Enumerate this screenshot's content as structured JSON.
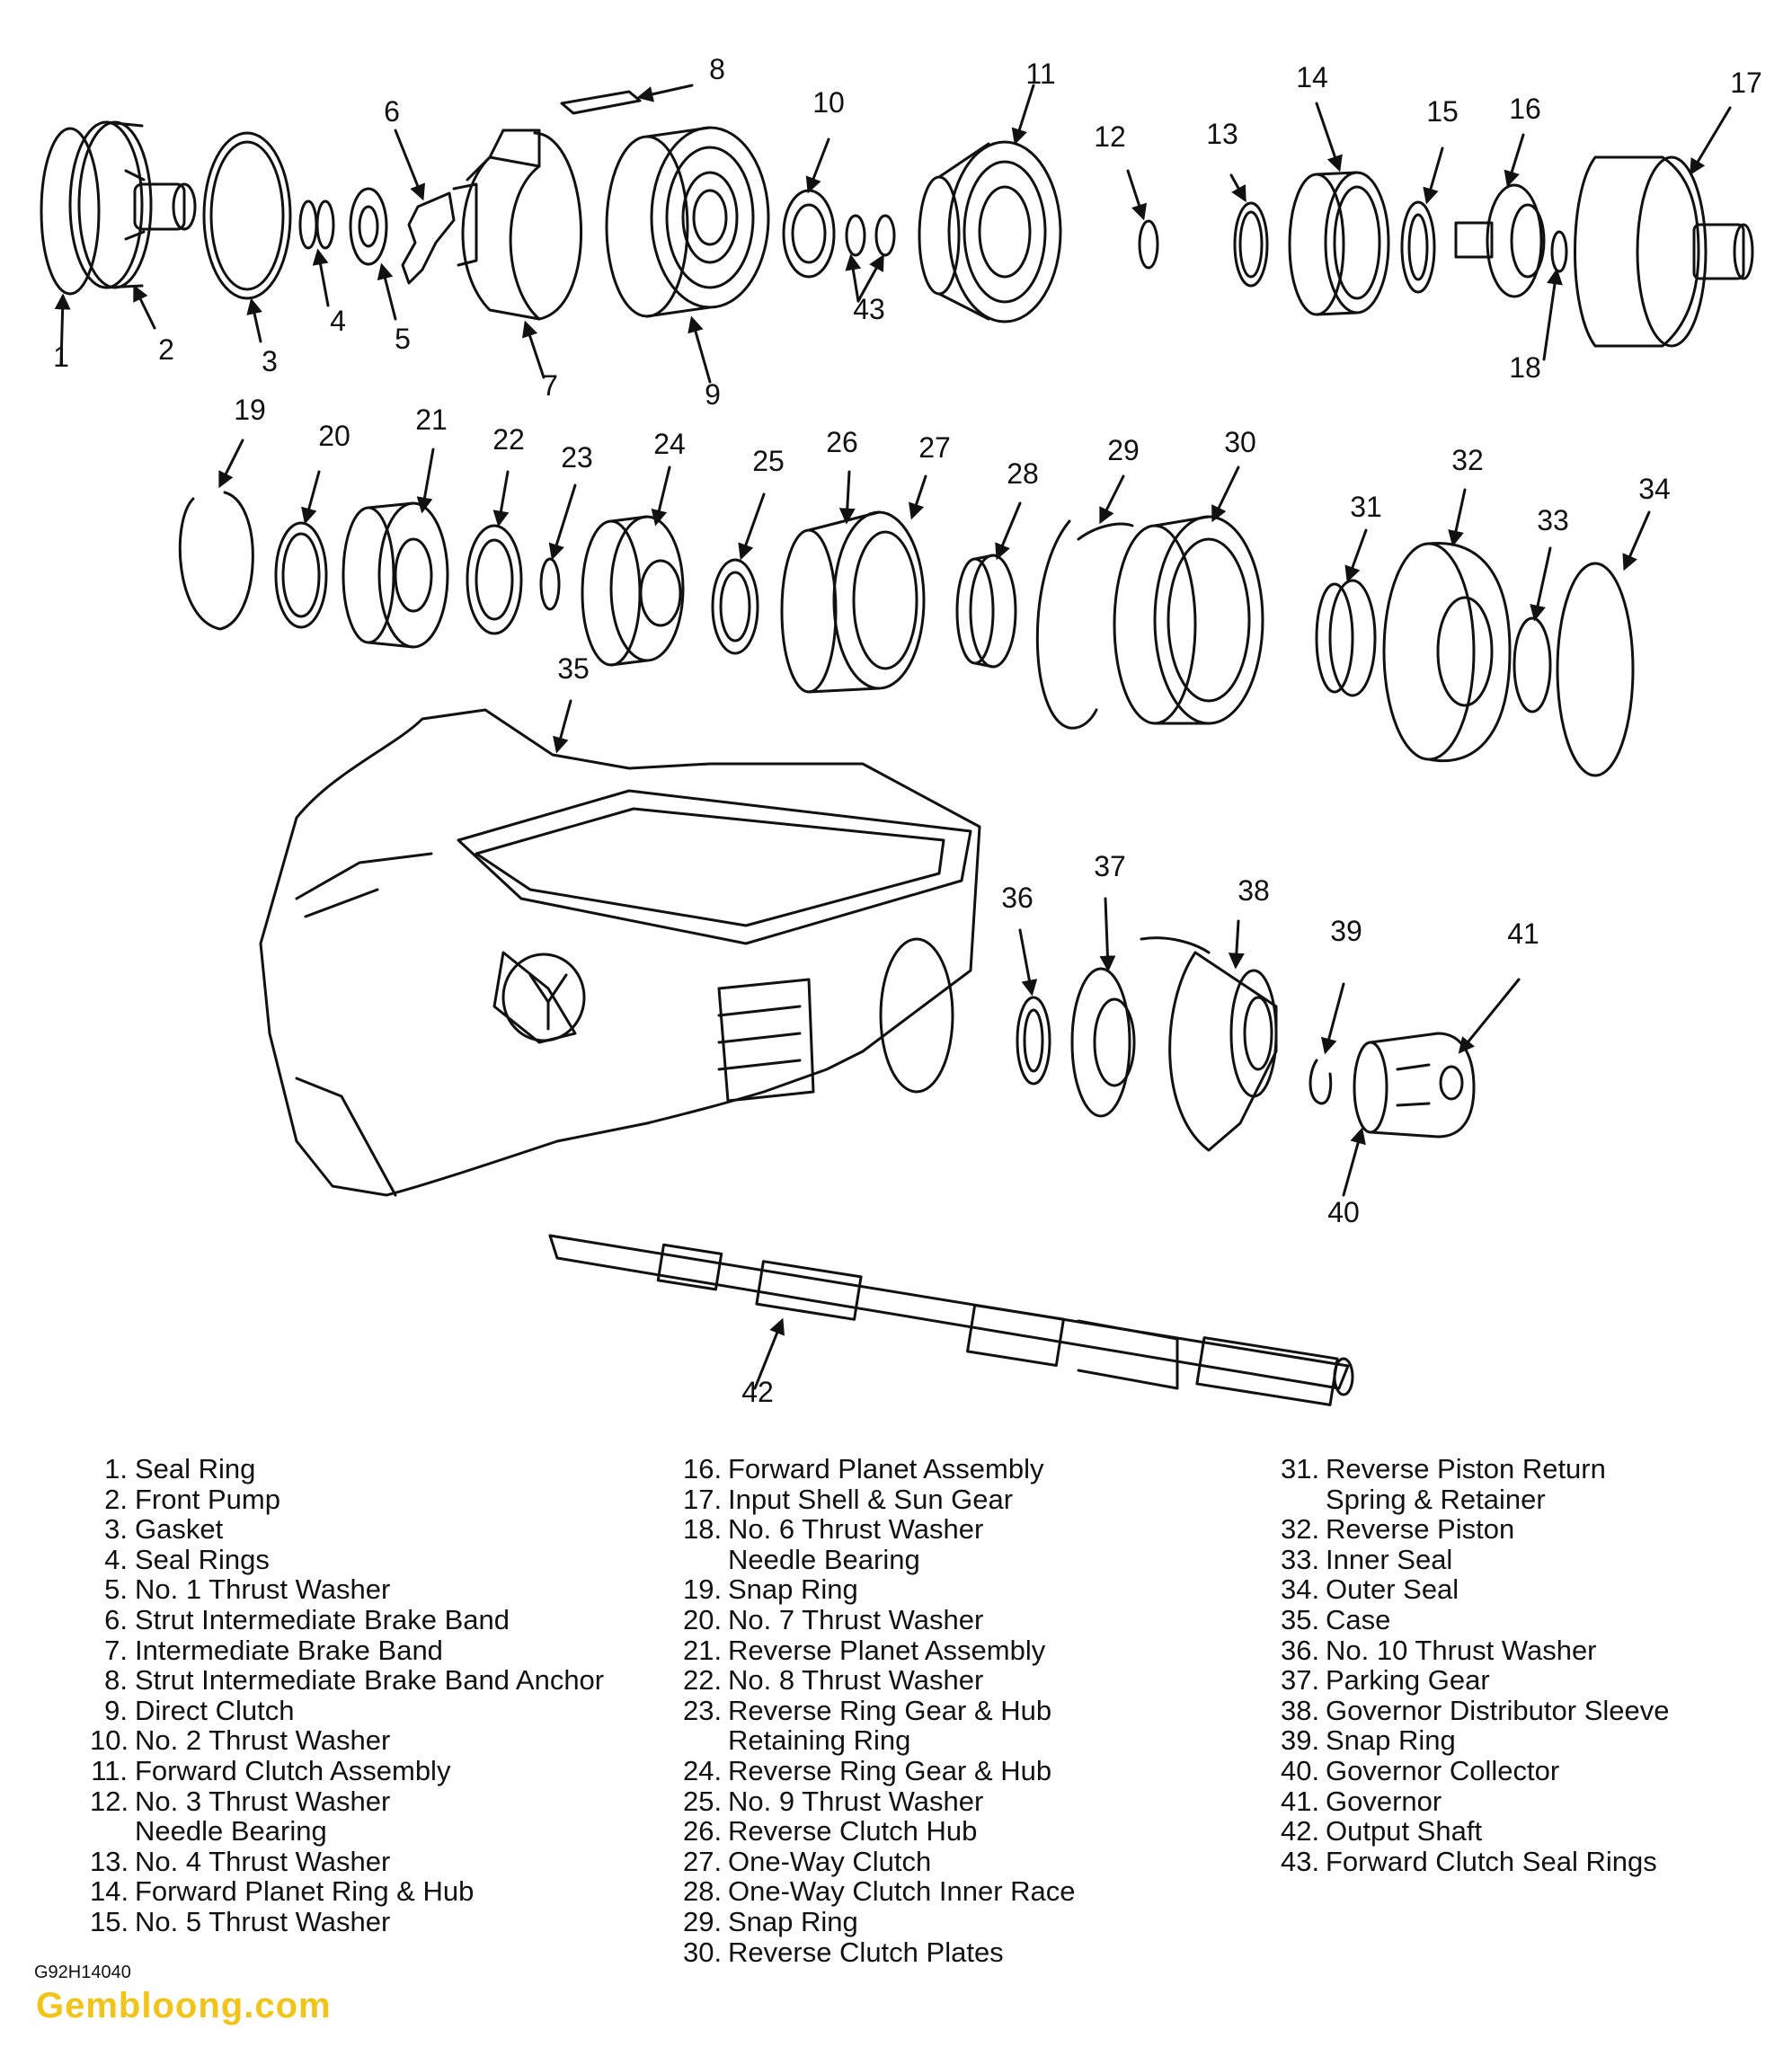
{
  "callouts": [
    "1",
    "2",
    "3",
    "4",
    "5",
    "6",
    "7",
    "8",
    "9",
    "10",
    "11",
    "12",
    "13",
    "14",
    "15",
    "16",
    "17",
    "18",
    "19",
    "20",
    "21",
    "22",
    "23",
    "24",
    "25",
    "26",
    "27",
    "28",
    "29",
    "30",
    "31",
    "32",
    "33",
    "34",
    "35",
    "36",
    "37",
    "38",
    "39",
    "40",
    "41",
    "42",
    "43"
  ],
  "legend": {
    "col1": [
      {
        "n": "1.",
        "t": "Seal Ring"
      },
      {
        "n": "2.",
        "t": "Front Pump"
      },
      {
        "n": "3.",
        "t": "Gasket"
      },
      {
        "n": "4.",
        "t": "Seal Rings"
      },
      {
        "n": "5.",
        "t": "No. 1 Thrust Washer"
      },
      {
        "n": "6.",
        "t": "Strut Intermediate Brake Band"
      },
      {
        "n": "7.",
        "t": "Intermediate Brake Band"
      },
      {
        "n": "8.",
        "t": "Strut Intermediate Brake Band Anchor"
      },
      {
        "n": "9.",
        "t": "Direct Clutch"
      },
      {
        "n": "10.",
        "t": "No. 2 Thrust Washer"
      },
      {
        "n": "11.",
        "t": "Forward Clutch Assembly"
      },
      {
        "n": "12.",
        "t": "No. 3 Thrust Washer"
      },
      {
        "n": "",
        "t": "Needle Bearing"
      },
      {
        "n": "13.",
        "t": "No. 4 Thrust Washer"
      },
      {
        "n": "14.",
        "t": "Forward Planet Ring & Hub"
      },
      {
        "n": "15.",
        "t": "No. 5 Thrust Washer"
      }
    ],
    "col2": [
      {
        "n": "16.",
        "t": "Forward Planet Assembly"
      },
      {
        "n": "17.",
        "t": "Input Shell & Sun Gear"
      },
      {
        "n": "18.",
        "t": "No. 6 Thrust Washer"
      },
      {
        "n": "",
        "t": "Needle Bearing"
      },
      {
        "n": "19.",
        "t": "Snap Ring"
      },
      {
        "n": "20.",
        "t": "No. 7 Thrust Washer"
      },
      {
        "n": "21.",
        "t": "Reverse Planet Assembly"
      },
      {
        "n": "22.",
        "t": "No. 8 Thrust Washer"
      },
      {
        "n": "23.",
        "t": "Reverse Ring Gear & Hub"
      },
      {
        "n": "",
        "t": "Retaining Ring"
      },
      {
        "n": "24.",
        "t": "Reverse Ring Gear & Hub"
      },
      {
        "n": "25.",
        "t": "No. 9 Thrust Washer"
      },
      {
        "n": "26.",
        "t": "Reverse Clutch Hub"
      },
      {
        "n": "27.",
        "t": "One-Way Clutch"
      },
      {
        "n": "28.",
        "t": "One-Way Clutch Inner Race"
      },
      {
        "n": "29.",
        "t": "Snap Ring"
      },
      {
        "n": "30.",
        "t": "Reverse Clutch Plates"
      }
    ],
    "col3": [
      {
        "n": "31.",
        "t": "Reverse Piston Return"
      },
      {
        "n": "",
        "t": "Spring & Retainer"
      },
      {
        "n": "32.",
        "t": "Reverse Piston"
      },
      {
        "n": "33.",
        "t": "Inner Seal"
      },
      {
        "n": "34.",
        "t": "Outer Seal"
      },
      {
        "n": "35.",
        "t": "Case"
      },
      {
        "n": "36.",
        "t": "No. 10 Thrust Washer"
      },
      {
        "n": "37.",
        "t": "Parking Gear"
      },
      {
        "n": "38.",
        "t": "Governor Distributor Sleeve"
      },
      {
        "n": "39.",
        "t": "Snap Ring"
      },
      {
        "n": "40.",
        "t": "Governor Collector"
      },
      {
        "n": "41.",
        "t": "Governor"
      },
      {
        "n": "42.",
        "t": "Output Shaft"
      },
      {
        "n": "43.",
        "t": "Forward Clutch Seal Rings"
      }
    ]
  },
  "figure_code": "G92H14040",
  "watermark": "Gembloong.com",
  "colors": {
    "line": "#111111",
    "background": "#ffffff",
    "watermark": "#f2c318"
  }
}
